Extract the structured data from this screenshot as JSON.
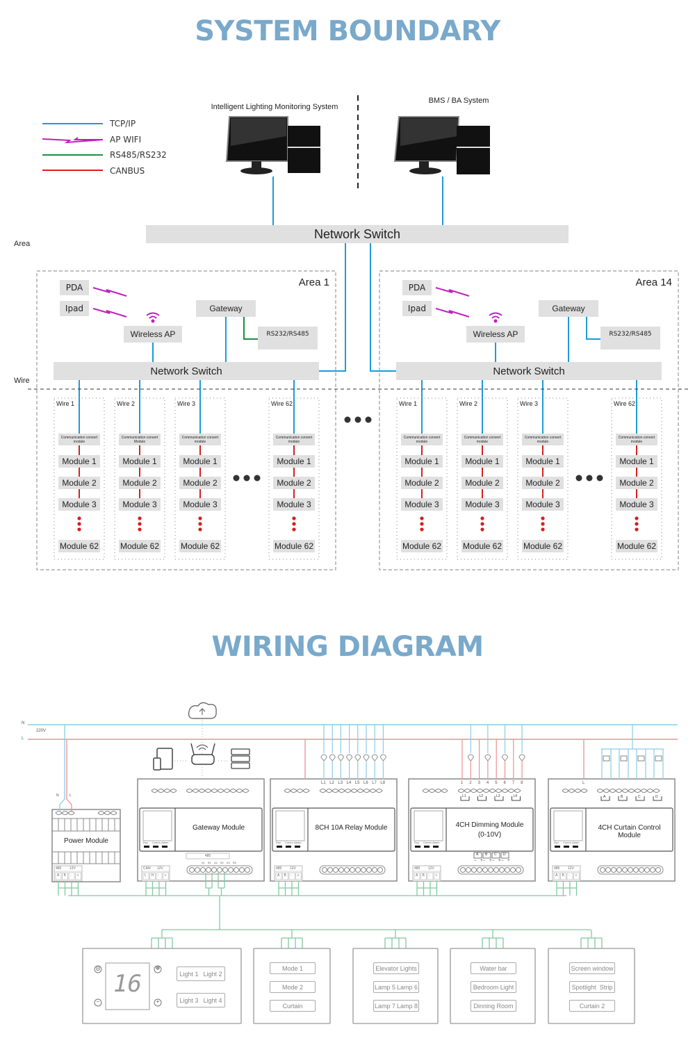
{
  "titles": {
    "system_boundary": "SYSTEM BOUNDARY",
    "wiring_diagram": "WIRING DIAGRAM"
  },
  "legend": [
    {
      "label": "TCP/IP",
      "color": "#1e9ad6",
      "style": "line"
    },
    {
      "label": "AP WIFI",
      "color": "#c020c0",
      "style": "zigzag"
    },
    {
      "label": "RS485/RS232",
      "color": "#1a9040",
      "style": "line"
    },
    {
      "label": "CANBUS",
      "color": "#d42020",
      "style": "line"
    }
  ],
  "top": {
    "ilms_label": "Intelligent Lighting Monitoring System",
    "bms_label": "BMS / BA System",
    "network_switch": "Network Switch",
    "area_label": "Area",
    "wire_label": "Wire"
  },
  "areas": [
    {
      "name": "Area 1",
      "pda": "PDA",
      "ipad": "Ipad",
      "wireless_ap": "Wireless AP",
      "gateway": "Gateway",
      "rs": "RS232/RS485",
      "switch": "Network Switch",
      "wires": [
        {
          "name": "Wire 1",
          "conv": "Communication convert module"
        },
        {
          "name": "Wire 2",
          "conv": "Communication convert Module"
        },
        {
          "name": "Wire 3",
          "conv": "Communication convert module"
        },
        {
          "name": "Wire 62",
          "conv": "Communication convert module"
        }
      ]
    },
    {
      "name": "Area 14",
      "pda": "PDA",
      "ipad": "Ipad",
      "wireless_ap": "Wireless AP",
      "gateway": "Gateway",
      "rs": "RS232/RS485",
      "switch": "Network Switch",
      "wires": [
        {
          "name": "Wire 1",
          "conv": "Communication convert module"
        },
        {
          "name": "Wire 2",
          "conv": "Communication convert module"
        },
        {
          "name": "Wire 3",
          "conv": "Communication convert module"
        },
        {
          "name": "Wire 62",
          "conv": "Communication convert module"
        }
      ]
    }
  ],
  "modules": [
    "Module 1",
    "Module 2",
    "Module 3",
    "Module 62"
  ],
  "wiring": {
    "n_label": "N",
    "l_label": "L",
    "voltage": "220V",
    "power_module": {
      "name": "Power Module",
      "n": "N",
      "l": "L",
      "t485": "485",
      "t12v": "12V",
      "pins": [
        "A",
        "B",
        "-",
        "+"
      ]
    },
    "gateway_module": {
      "name": "Gateway Module",
      "t485": "485",
      "pins485": [
        "A1",
        "B1",
        "A2",
        "B2",
        "A3",
        "B3"
      ],
      "can": "CAN",
      "t12v": "12V",
      "pins": [
        "L",
        "H",
        "-",
        "+"
      ]
    },
    "relay_module": {
      "name": "8CH 10A Relay Module",
      "channels": [
        "L1",
        "L2",
        "L3",
        "L4",
        "L5",
        "L6",
        "L7",
        "L8"
      ]
    },
    "dimming_module": {
      "name": "4CH Dimming Module",
      "sub": "(0-10V)",
      "terminals": [
        "1",
        "2",
        "3",
        "4",
        "5",
        "6",
        "7",
        "8"
      ],
      "loads": [
        "L1",
        "L2",
        "L3",
        "L4"
      ],
      "outs": [
        "A",
        "B",
        "C",
        "D"
      ]
    },
    "curtain_module": {
      "name": "4CH Curtain Control Module",
      "l": "L",
      "outs": [
        "A",
        "B",
        "C",
        "D"
      ]
    },
    "status_leds": [
      "Run",
      "Comm",
      "Alarm"
    ],
    "bus_pins": [
      "A",
      "B",
      "-",
      "+"
    ],
    "bus_labels": {
      "t485": "485",
      "t12v": "12V"
    }
  },
  "panels": [
    {
      "type": "thermostat",
      "display": "16",
      "buttons": [
        [
          "Light 1",
          "Light  2"
        ],
        [
          "Light 3",
          "Light 4"
        ]
      ]
    },
    {
      "type": "keypad",
      "buttons": [
        [
          "Mode 1"
        ],
        [
          "Mode 2"
        ],
        [
          "Curtain"
        ]
      ]
    },
    {
      "type": "keypad",
      "buttons": [
        [
          "Elevator Lights"
        ],
        [
          "Lamp 5",
          "Lamp 6"
        ],
        [
          "Lamp 7",
          "Lamp 8"
        ]
      ]
    },
    {
      "type": "keypad",
      "buttons": [
        [
          "Water bar"
        ],
        [
          "Bedroom Light"
        ],
        [
          "Dinning Room"
        ]
      ]
    },
    {
      "type": "keypad",
      "buttons": [
        [
          "Screen window"
        ],
        [
          "Spotlight",
          "Strip"
        ],
        [
          "Curtain 2"
        ]
      ]
    }
  ],
  "colors": {
    "title": "#79a9cb",
    "tcp": "#1e9ad6",
    "wifi": "#c020c0",
    "rs485": "#1a9040",
    "canbus": "#d42020",
    "box": "#e0e0e0",
    "neutral": "#8ccbe6",
    "live": "#ee9090",
    "bus": "#80c8a0"
  }
}
